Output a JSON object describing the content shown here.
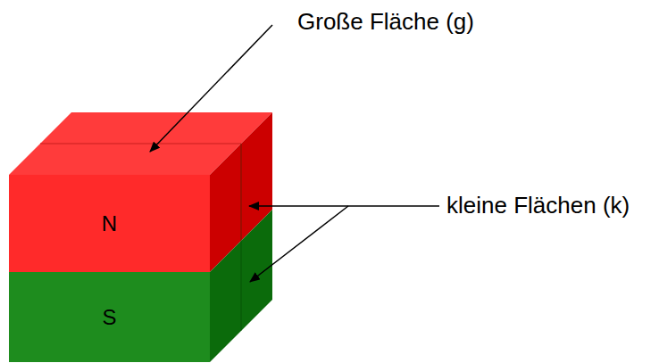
{
  "diagram": {
    "nodes": [
      {
        "text": [
          "N"
        ]
      },
      {
        "text": [
          "S"
        ]
      }
    ],
    "labels": [
      "Große Fläche (g)",
      "kleine Flächen (k)"
    ]
  }
}
